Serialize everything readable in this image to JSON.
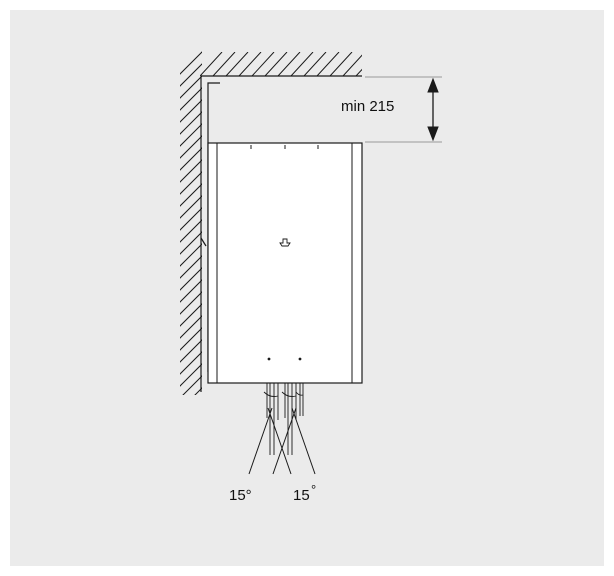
{
  "diagram": {
    "clearance_label": "min 215",
    "angle_left_label": "15°",
    "angle_right_label": "15",
    "angle_right_degree_mark": "°",
    "colors": {
      "background": "#ebebeb",
      "frame": "#ffffff",
      "line": "#1a1a1a",
      "unit_body": "#ffffff",
      "dimension_line": "#9a9a9a"
    },
    "icons": [
      "wall-hatch-icon",
      "flame-logo-icon",
      "dimension-arrow-icon"
    ]
  }
}
